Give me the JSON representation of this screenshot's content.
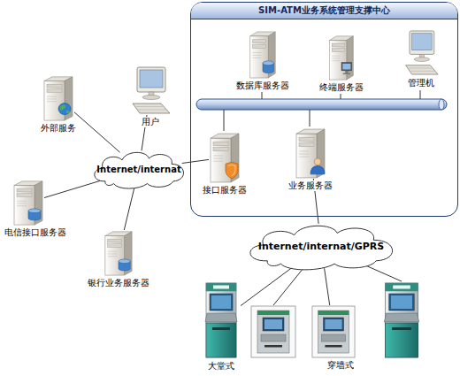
{
  "diagram": {
    "nodes": [
      {
        "text": [
          "SIM-ATM业务系统管理支撑中心"
        ]
      },
      {
        "text": [
          "数据库服务器"
        ],
        "in": 0
      },
      {
        "text": [
          "终端服务器"
        ],
        "in": 0
      },
      {
        "text": [
          "管理机"
        ],
        "in": 0
      },
      {
        "text": [
          "外部服务"
        ]
      },
      {
        "text": [
          "用户"
        ]
      },
      {
        "text": [
          "接口服务器"
        ],
        "in": 0
      },
      {
        "text": [
          "业务服务器"
        ],
        "in": 0
      },
      {
        "text": [
          "Internet/internat"
        ]
      },
      {
        "text": [
          "电信接口服务器"
        ]
      },
      {
        "text": [
          "银行业务服务器"
        ]
      },
      {
        "text": [
          "Internet/internat/GPRS"
        ]
      },
      {
        "text": [
          "大堂式"
        ]
      },
      {
        "text": [
          "穿墙式"
        ]
      }
    ],
    "edges": [
      {
        "from": 8,
        "to": 4,
        "arrow": "none"
      },
      {
        "from": 8,
        "to": 5,
        "arrow": "none"
      },
      {
        "from": 8,
        "to": 6,
        "arrow": "none"
      },
      {
        "from": 8,
        "to": 9,
        "arrow": "none"
      },
      {
        "from": 8,
        "to": 10,
        "arrow": "none"
      },
      {
        "from": 7,
        "to": 11,
        "arrow": "none"
      },
      {
        "from": 11,
        "to": 12,
        "arrow": "none"
      },
      {
        "from": 11,
        "to": 13,
        "arrow": "none"
      }
    ]
  }
}
